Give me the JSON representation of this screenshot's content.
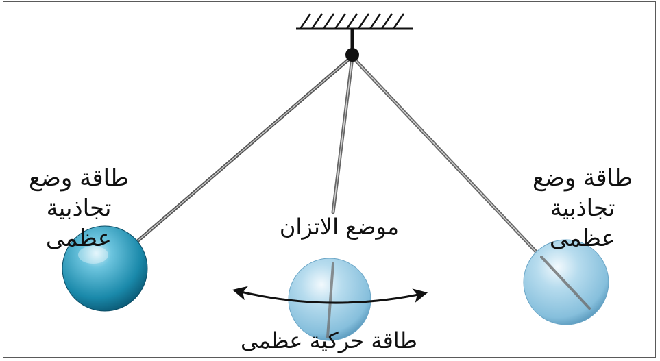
{
  "labels": {
    "left_line1": "طاقة وضع",
    "left_line2": "تجاذبية",
    "left_line3": "عظمى",
    "right_line1": "طاقة وضع",
    "right_line2": "تجاذبية",
    "right_line3": "عظمى",
    "equilibrium": "موضع الاتزان",
    "kinetic": "طاقة حركية عظمى"
  },
  "colors": {
    "bob_dark": "#1f8fae",
    "bob_light": "#9fcde6",
    "rod": "#7a7a7a",
    "text": "#111111"
  }
}
